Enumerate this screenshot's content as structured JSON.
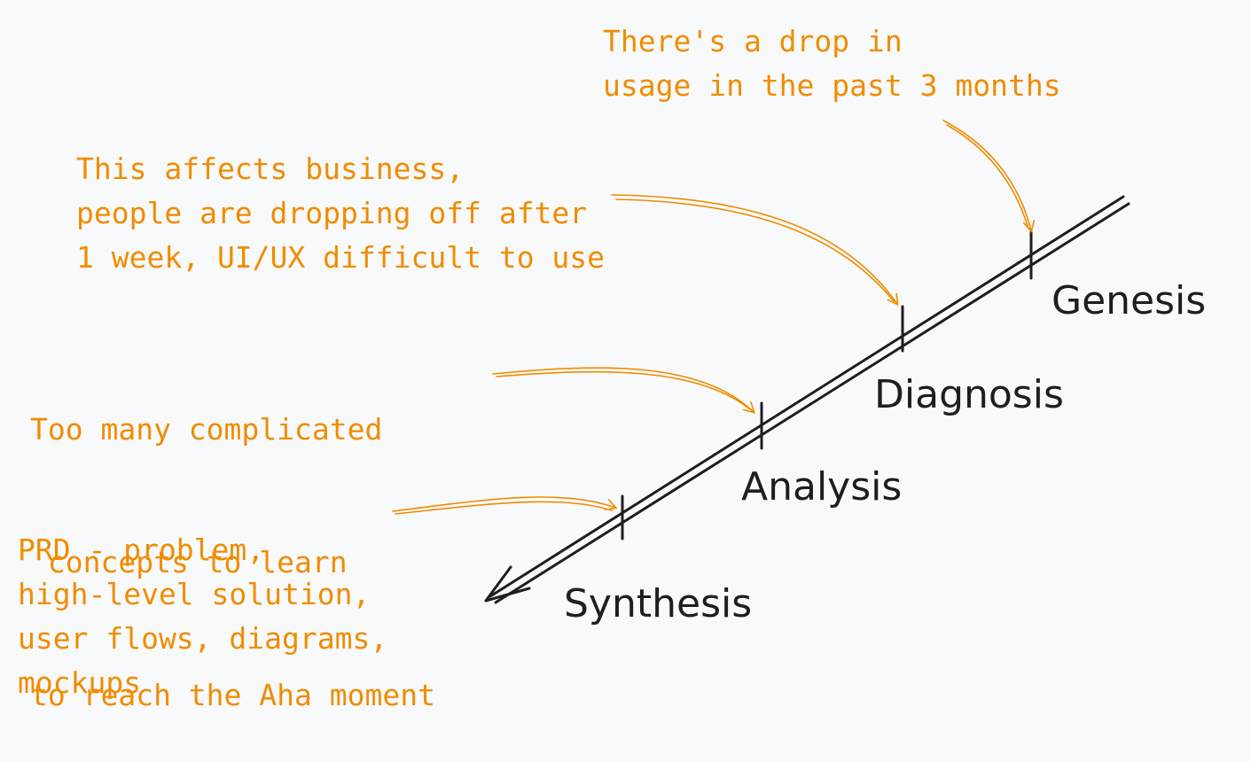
{
  "colors": {
    "background": "#f8f9fa",
    "line": "#1e1e1e",
    "note": "#f08c00"
  },
  "stages": [
    {
      "name": "Genesis"
    },
    {
      "name": "Diagnosis"
    },
    {
      "name": "Analysis"
    },
    {
      "name": "Synthesis"
    }
  ],
  "notes": {
    "genesis": {
      "lines": [
        "There's a drop in",
        "usage in the past 3 months"
      ]
    },
    "diagnosis": {
      "lines": [
        "This affects business,",
        "people are dropping off after",
        "1 week, UI/UX difficult to use"
      ]
    },
    "analysis": {
      "lines": [
        "Too many complicated",
        " concepts to learn",
        "to reach the Aha moment"
      ]
    },
    "synthesis": {
      "lines": [
        "PRD - problem,",
        "high-level solution,",
        "user flows, diagrams,",
        "mockups"
      ]
    }
  }
}
